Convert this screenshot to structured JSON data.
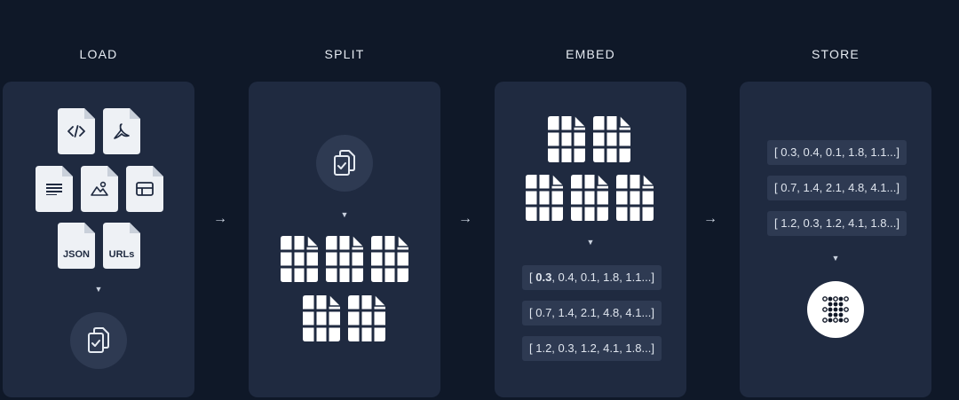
{
  "stages": [
    {
      "title": "LOAD"
    },
    {
      "title": "SPLIT"
    },
    {
      "title": "EMBED"
    },
    {
      "title": "STORE"
    }
  ],
  "arrow_glyph": "→",
  "down_glyph": "▼",
  "load": {
    "files": [
      {
        "icon": "code-file-icon",
        "label": ""
      },
      {
        "icon": "pdf-file-icon",
        "label": ""
      },
      {
        "icon": "text-file-icon",
        "label": ""
      },
      {
        "icon": "image-file-icon",
        "label": ""
      },
      {
        "icon": "table-file-icon",
        "label": ""
      },
      {
        "icon": "json-file-icon",
        "label": "JSON"
      },
      {
        "icon": "urls-file-icon",
        "label": "URLs"
      }
    ],
    "result_icon": "documents-icon"
  },
  "split": {
    "source_icon": "documents-icon",
    "chunk_count": 5
  },
  "embed": {
    "chunk_count": 5,
    "vectors": [
      {
        "open": "[ ",
        "bold": "0.3",
        "rest": ", 0.4, 0.1, 1.8, 1.1...]"
      },
      {
        "open": "[ ",
        "bold": "",
        "rest": "0.7, 1.4, 2.1, 4.8, 4.1...]"
      },
      {
        "open": "[ ",
        "bold": "",
        "rest": "1.2, 0.3, 1.2, 4.1, 1.8...]"
      }
    ]
  },
  "store": {
    "vectors": [
      {
        "text": "[ 0.3, 0.4, 0.1, 1.8, 1.1...]"
      },
      {
        "text": "[ 0.7, 1.4, 2.1, 4.8, 4.1...]"
      },
      {
        "text": "[ 1.2, 0.3, 1.2, 4.1, 1.8...]"
      }
    ],
    "db_icon": "vector-store-icon"
  }
}
